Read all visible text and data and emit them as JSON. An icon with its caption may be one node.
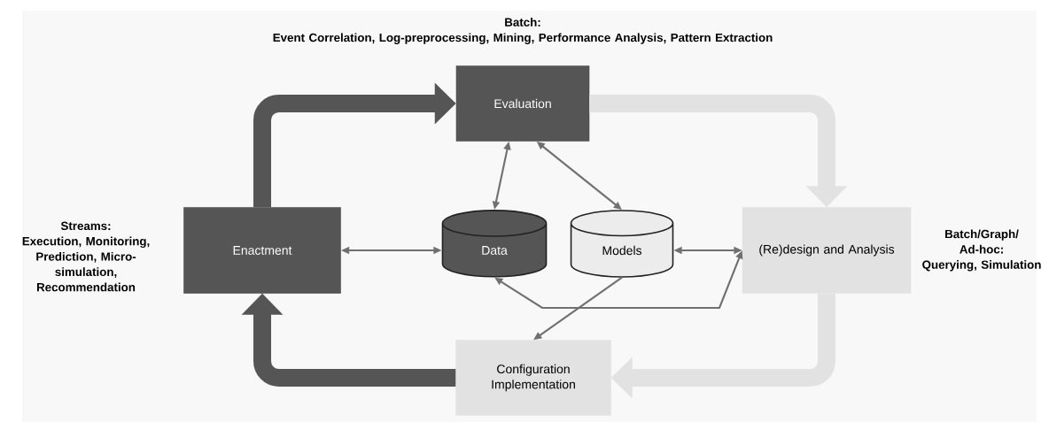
{
  "diagram": {
    "nodes": [
      {
        "text": [
          "Evaluation"
        ],
        "beside": [
          "Batch:",
          "Event Correlation, Log-preprocessing, Mining, Performance Analysis, Pattern Extraction"
        ]
      },
      {
        "text": [
          "Enactment"
        ],
        "beside": [
          "Streams:",
          "Execution, Monitoring, Prediction, Micro-simulation, Recommendation"
        ]
      },
      {
        "text": [
          "Data"
        ]
      },
      {
        "text": [
          "Models"
        ]
      },
      {
        "text": [
          "(Re)design and Analysis"
        ],
        "beside": [
          "Batch/Graph/ Ad-hoc:",
          "Querying, Simulation"
        ]
      },
      {
        "text": [
          "Configuration Implementation"
        ]
      }
    ],
    "edges": [
      {
        "from": 1,
        "to": 0,
        "arrow": "to",
        "style": "thick",
        "color": "#555555"
      },
      {
        "from": 0,
        "to": 4,
        "arrow": "to",
        "style": "thick",
        "color": "#e2e2e2"
      },
      {
        "from": 4,
        "to": 5,
        "arrow": "to",
        "style": "thick",
        "color": "#e2e2e2"
      },
      {
        "from": 5,
        "to": 1,
        "arrow": "to",
        "style": "thick",
        "color": "#555555"
      },
      {
        "from": 1,
        "to": 2,
        "arrow": "both"
      },
      {
        "from": 0,
        "to": 2,
        "arrow": "both"
      },
      {
        "from": 0,
        "to": 3,
        "arrow": "both"
      },
      {
        "from": 3,
        "to": 4,
        "arrow": "both"
      },
      {
        "from": 2,
        "to": 4,
        "arrow": "both"
      },
      {
        "from": 3,
        "to": 5,
        "arrow": "to"
      }
    ]
  }
}
